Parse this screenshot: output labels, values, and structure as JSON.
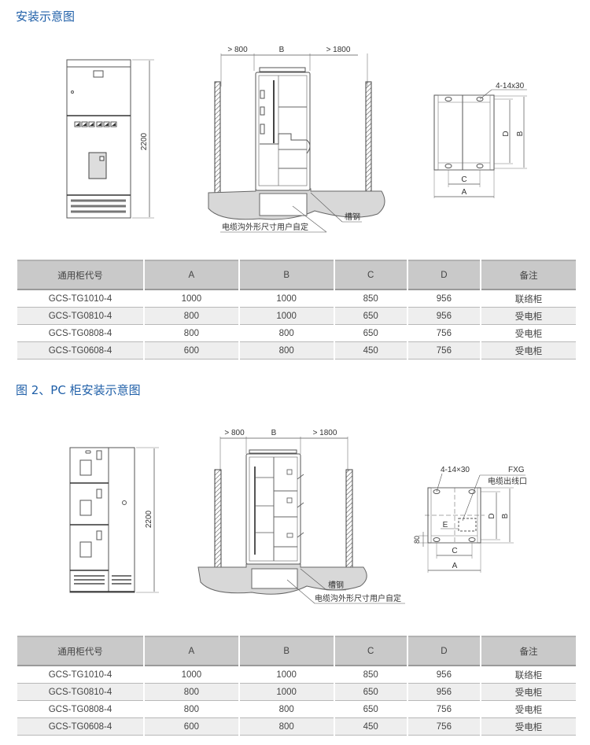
{
  "section1": {
    "title": "安装示意图",
    "front_view": {
      "height_label": "2200"
    },
    "side_view": {
      "left_clearance": "> 800",
      "width_label": "B",
      "right_clearance": "> 1800",
      "channel_label": "槽钢",
      "trench_label": "电缆沟外形尺寸用户自定"
    },
    "base_view": {
      "hole_label": "4-14x30",
      "labels": [
        "A",
        "B",
        "C",
        "D"
      ]
    }
  },
  "table1": {
    "headers": [
      "通用柜代号",
      "A",
      "B",
      "C",
      "D",
      "备注"
    ],
    "rows": [
      [
        "GCS-TG1010-4",
        "1000",
        "1000",
        "850",
        "956",
        "联络柜"
      ],
      [
        "GCS-TG0810-4",
        "800",
        "1000",
        "650",
        "956",
        "受电柜"
      ],
      [
        "GCS-TG0808-4",
        "800",
        "800",
        "650",
        "756",
        "受电柜"
      ],
      [
        "GCS-TG0608-4",
        "600",
        "800",
        "450",
        "756",
        "受电柜"
      ]
    ]
  },
  "section2": {
    "title": "图 2、PC 柜安装示意图",
    "front_view": {
      "height_label": "2200"
    },
    "side_view": {
      "left_clearance": "> 800",
      "width_label": "B",
      "right_clearance": "> 1800",
      "channel_label": "槽钢",
      "trench_label": "电缆沟外形尺寸用户自定"
    },
    "base_view": {
      "hole_label": "4-14×30",
      "outlet_code": "FXG",
      "outlet_label": "电缆出线口",
      "offset_label": "80",
      "labels": [
        "A",
        "B",
        "C",
        "D",
        "E"
      ]
    }
  },
  "table2": {
    "headers": [
      "通用柜代号",
      "A",
      "B",
      "C",
      "D",
      "备注"
    ],
    "rows": [
      [
        "GCS-TG1010-4",
        "1000",
        "1000",
        "850",
        "956",
        "联络柜"
      ],
      [
        "GCS-TG0810-4",
        "800",
        "1000",
        "650",
        "956",
        "受电柜"
      ],
      [
        "GCS-TG0808-4",
        "800",
        "800",
        "650",
        "756",
        "受电柜"
      ],
      [
        "GCS-TG0608-4",
        "600",
        "800",
        "450",
        "756",
        "受电柜"
      ]
    ]
  },
  "colors": {
    "title": "#1f5fa8",
    "header_bg": "#c9c9c9",
    "alt_row_bg": "#eeeeee",
    "ground": "#d8d8d8"
  }
}
